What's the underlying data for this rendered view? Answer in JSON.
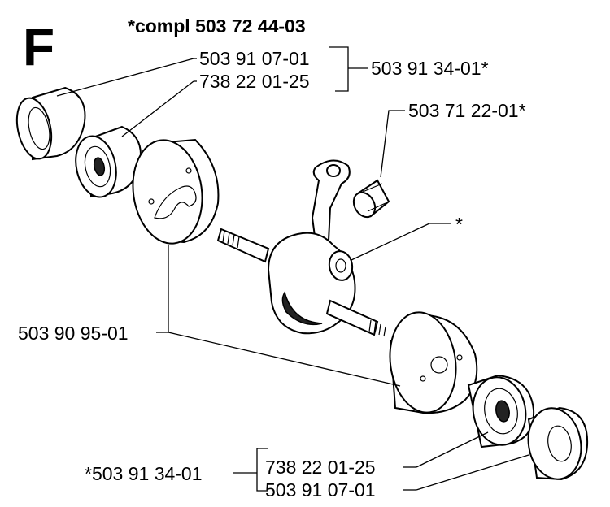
{
  "section_letter": "F",
  "assembly_title": "*compl 503 72 44-03",
  "labels": {
    "bearing_ring_top": "503 91 07-01",
    "ball_bearing_top": "738 22 01-25",
    "bearing_kit_top": "503 91 34-01*",
    "needle_bearing": "503 71 22-01*",
    "crankshaft": "*",
    "flywheel_halves": "503 90 95-01",
    "bearing_kit_bottom": "*503 91 34-01",
    "ball_bearing_bottom": "738 22 01-25",
    "bearing_ring_bottom": "503 91 07-01"
  }
}
